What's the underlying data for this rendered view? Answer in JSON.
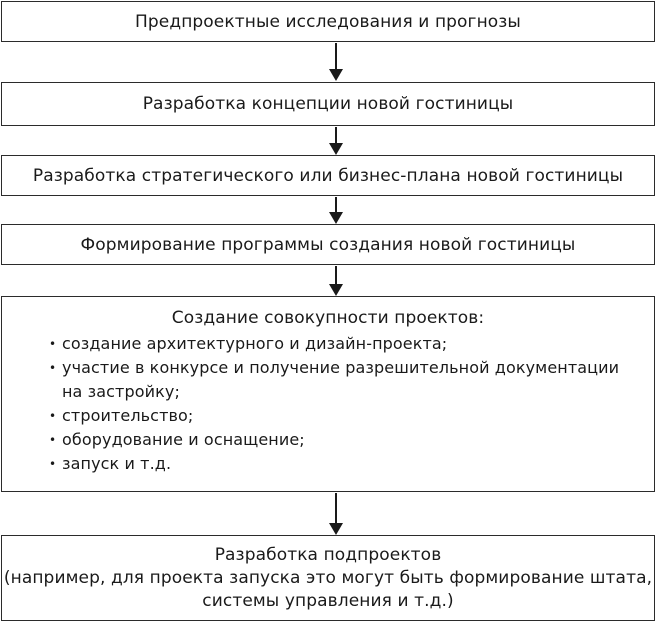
{
  "steps": {
    "step1": "Предпроектные исследования и прогнозы",
    "step2": "Разработка концепции новой гостиницы",
    "step3": "Разработка стратегического или бизнес-плана новой гостиницы",
    "step4": "Формирование программы создания новой гостиницы",
    "step5": {
      "title": "Создание совокупности проектов:",
      "items": [
        "создание архитектурного и дизайн-проекта;",
        "участие в конкурсе и получение разрешительной документации",
        "на застройку;",
        "строительство;",
        "оборудование и оснащение;",
        "запуск и т.д."
      ]
    },
    "step6": {
      "line1": "Разработка подпроектов",
      "line2": "(например, для проекта запуска это могут быть формирование штата,",
      "line3": "системы управления и т.д.)"
    }
  },
  "bullet_glyph": "•"
}
